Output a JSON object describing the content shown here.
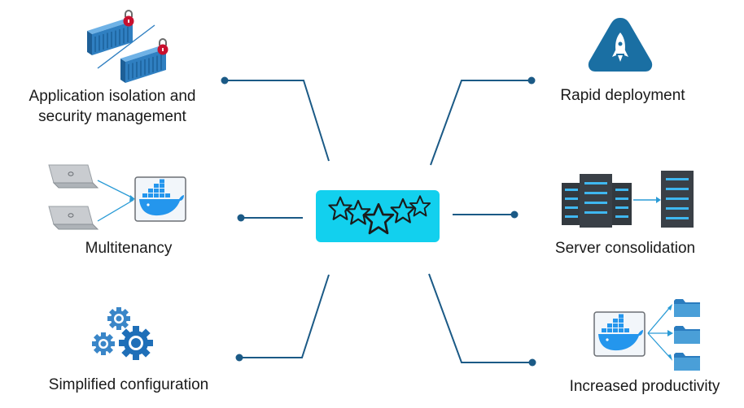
{
  "benefits": {
    "isolation": {
      "lines": [
        "Application isolation and",
        "security management"
      ]
    },
    "multitenancy": {
      "label": "Multitenancy"
    },
    "configuration": {
      "label": "Simplified configuration"
    },
    "deployment": {
      "label": "Rapid deployment"
    },
    "consolidation": {
      "label": "Server consolidation"
    },
    "productivity": {
      "label": "Increased productivity"
    }
  },
  "colors": {
    "connector": "#1b5a86",
    "hub_fill": "#12d0ee",
    "container_blue": "#2f7fc1",
    "lock_red": "#c8102e",
    "gear_blue": "#1f6fb8",
    "rocket_badge": "#1a6fa3",
    "server_dark": "#33393f",
    "server_light": "#3fb7f0",
    "folder_blue": "#4a9fd8",
    "docker_blue": "#2496ed",
    "laptop_gray": "#c9ccd0"
  },
  "icons": {
    "isolation": "shipping-containers-with-locks-icon",
    "multitenancy": "laptops-to-docker-icon",
    "configuration": "gears-icon",
    "deployment": "rocket-icon",
    "consolidation": "servers-icon",
    "productivity": "docker-to-folders-icon",
    "hub": "stars-icon"
  }
}
